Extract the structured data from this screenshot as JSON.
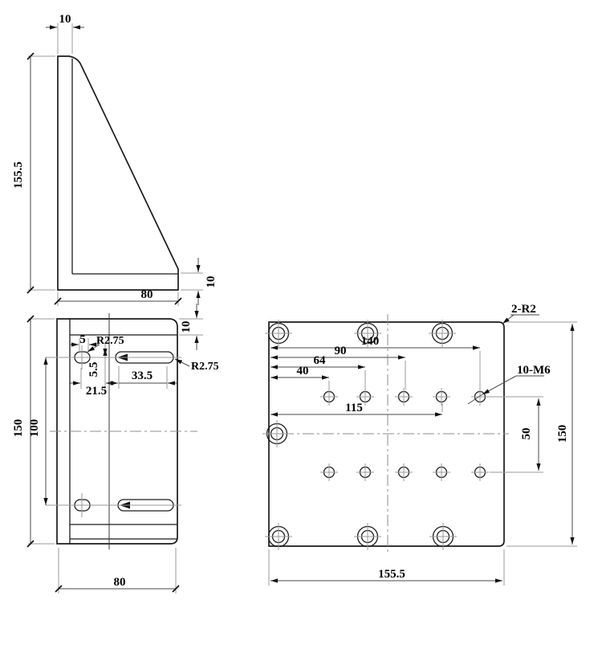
{
  "drawing": {
    "background": "#ffffff",
    "line_color": "#1b1b1b",
    "dim_line_color": "#4a4a4a",
    "centerline_color": "#8c8c8c",
    "side_view": {
      "labels": {
        "wall_thickness": "10",
        "height": "155.5",
        "base_thickness": "10",
        "base_width": "80"
      }
    },
    "front_view": {
      "labels": {
        "slot_small_length": "5",
        "slot_small_radius": "R2.75",
        "slot_vertical_offset": "5.5",
        "slot_horizontal_offset": "21.5",
        "slot_long_length": "33.5",
        "slot_long_radius": "R2.75",
        "top_thickness": "10",
        "height": "150",
        "slot_row_spacing": "100",
        "width": "80"
      }
    },
    "plan_view": {
      "labels": {
        "corner_radius": "2-R2",
        "dim_140": "140",
        "dim_90": "90",
        "dim_64": "64",
        "dim_40": "40",
        "dim_115": "115",
        "tapped_holes": "10-M6",
        "dim_50": "50",
        "height": "150",
        "width": "155.5"
      }
    }
  }
}
